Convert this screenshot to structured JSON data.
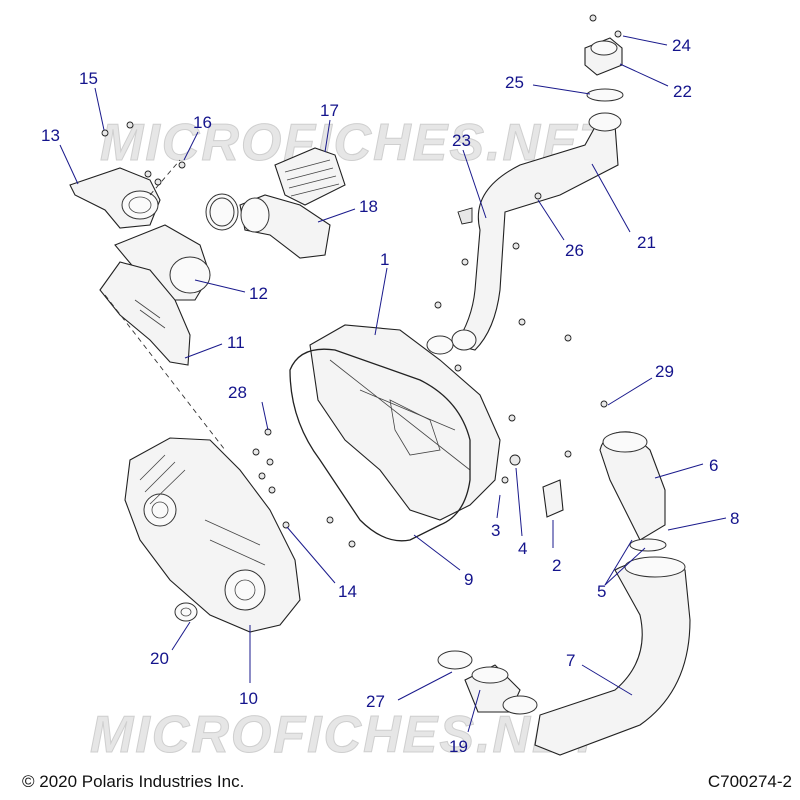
{
  "watermark": "MICROFICHES.NET",
  "footer": {
    "copyright": "© 2020 Polaris Industries Inc.",
    "diagram_code": "C700274-2"
  },
  "callouts": {
    "c1": "1",
    "c2": "2",
    "c3": "3",
    "c4": "4",
    "c5": "5",
    "c6": "6",
    "c7": "7",
    "c8": "8",
    "c9": "9",
    "c10": "10",
    "c11": "11",
    "c12": "12",
    "c13": "13",
    "c14": "14",
    "c15": "15",
    "c16": "16",
    "c17": "17",
    "c18": "18",
    "c19": "19",
    "c20": "20",
    "c21": "21",
    "c22": "22",
    "c23": "23",
    "c24": "24",
    "c25": "25",
    "c26": "26",
    "c27": "27",
    "c28": "28",
    "c29": "29"
  },
  "colors": {
    "callout_text": "#14148c",
    "line_art": "#222222",
    "watermark": "#e6e6e6"
  }
}
